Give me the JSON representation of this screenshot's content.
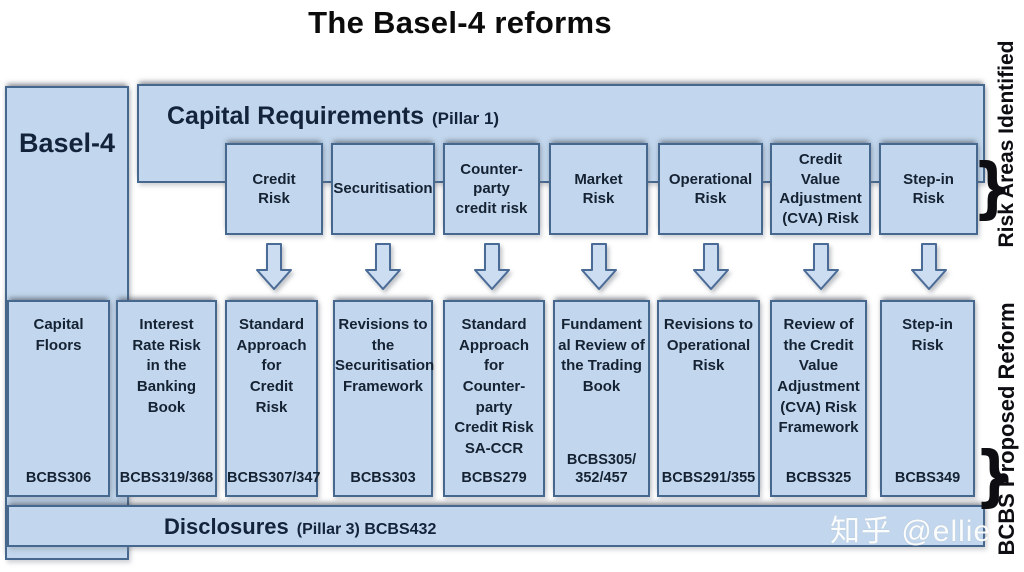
{
  "title": "The Basel-4 reforms",
  "left_column": {
    "label": "Basel-4"
  },
  "pillar1": {
    "title": "Capital Requirements",
    "subtitle": "(Pillar 1)"
  },
  "risk_areas": [
    "Credit\nRisk",
    "Securitisation",
    "Counter-\nparty\ncredit risk",
    "Market\nRisk",
    "Operational\nRisk",
    "Credit\nValue\nAdjustment\n(CVA) Risk",
    "Step-in\nRisk"
  ],
  "reforms": [
    {
      "label": "Capital\nFloors",
      "code": "BCBS306"
    },
    {
      "label": "Interest\nRate Risk\nin the\nBanking\nBook",
      "code": "BCBS319/368"
    },
    {
      "label": "Standard\nApproach\nfor\nCredit\nRisk",
      "code": "BCBS307/347"
    },
    {
      "label": "Revisions to\nthe\nSecuritisation\nFramework",
      "code": "BCBS303"
    },
    {
      "label": "Standard\nApproach\nfor\nCounter-\nparty\nCredit Risk\nSA-CCR",
      "code": "BCBS279"
    },
    {
      "label": "Fundament\nal Review of\nthe Trading\nBook",
      "code": "BCBS305/\n352/457"
    },
    {
      "label": "Revisions to\nOperational\nRisk",
      "code": "BCBS291/355"
    },
    {
      "label": "Review of\nthe Credit\nValue\nAdjustment\n(CVA) Risk\nFramework",
      "code": "BCBS325"
    },
    {
      "label": "Step-in\nRisk",
      "code": "BCBS349"
    }
  ],
  "disclosures": {
    "title": "Disclosures",
    "subtitle": "(Pillar 3) BCBS432"
  },
  "right_labels": {
    "top": "Risk Areas Identified",
    "bottom": "BCBS Proposed Reform",
    "brace": "}"
  },
  "watermark": {
    "text": "知乎 @ellie"
  },
  "colors": {
    "box_fill": "#c2d7ed",
    "box_border": "#47688e",
    "text_dark": "#152233",
    "title": "#0b0b0b"
  }
}
